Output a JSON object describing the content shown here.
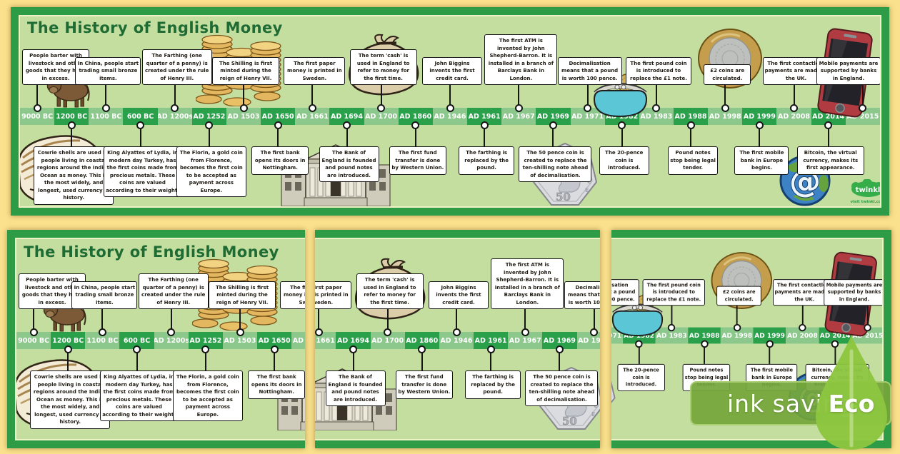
{
  "page": {
    "title": "The History of English Money"
  },
  "brand": {
    "logo_text": "twinkl",
    "logo_tagline": "visit twinkl.com"
  },
  "eco_badge": {
    "label": "ink saving",
    "eco": "Eco"
  },
  "colors": {
    "page_bg": "#FAE18D",
    "frame_green": "#2E9C46",
    "interior_green": "#C4DEA0",
    "band_light": "#8CC88C",
    "band_dark": "#2BA04B",
    "title_green": "#1E6B33",
    "badge_green": "#74A63A",
    "leaf_green": "#8CC63F",
    "twinkl_green": "#35AE49"
  },
  "timeline": {
    "dates": [
      "9000 BC",
      "1200 BC",
      "1100 BC",
      "600 BC",
      "AD 1200s",
      "AD 1252",
      "AD 1503",
      "AD 1650",
      "AD 1661",
      "AD 1694",
      "AD 1700",
      "AD 1860",
      "AD 1946",
      "AD 1961",
      "AD 1967",
      "AD 1969",
      "AD 1971",
      "AD 1982",
      "AD 1983",
      "AD 1988",
      "AD 1998",
      "AD 1999",
      "AD 2008",
      "AD 2014",
      "AD 2015"
    ],
    "events_above": [
      {
        "date": "9000 BC",
        "text": "People barter with livestock and other goods that they have in excess."
      },
      {
        "date": "1100 BC",
        "text": "In China, people start trading small bronze items."
      },
      {
        "date": "AD 1200s",
        "text": "The Farthing (one quarter of a penny) is created under the rule of Henry III."
      },
      {
        "date": "AD 1503",
        "text": "The Shilling is first minted during the reign of Henry VII."
      },
      {
        "date": "AD 1661",
        "text": "The first paper money is printed in Sweden."
      },
      {
        "date": "AD 1700",
        "text": "The term 'cash' is used in England to refer to money for the first time."
      },
      {
        "date": "AD 1946",
        "text": "John Biggins invents the first credit card."
      },
      {
        "date": "AD 1967",
        "text": "The first ATM is invented by John Shepherd-Barron. It is installed in a branch of Barclays Bank in London."
      },
      {
        "date": "AD 1971",
        "text": "Decimalisation means that a pound is worth 100 pence."
      },
      {
        "date": "AD 1983",
        "text": "The first pound coin is introduced to replace the £1 note."
      },
      {
        "date": "AD 1998",
        "text": "£2 coins are circulated."
      },
      {
        "date": "AD 2008",
        "text": "The first contactless payments are made in the UK."
      },
      {
        "date": "AD 2015",
        "text": "Mobile payments are supported by banks in England."
      }
    ],
    "events_below": [
      {
        "date": "1200 BC",
        "text": "Cowrie shells are used by people living in coastal regions around the Indian Ocean as money. This is the most widely, and longest, used currency in history."
      },
      {
        "date": "600 BC",
        "text": "King Alyattes of Lydia, in modern day Turkey, has the first coins made from precious metals. These coins are valued according to their weight."
      },
      {
        "date": "AD 1252",
        "text": "The Florin, a gold coin from Florence, becomes the first coin to be accepted as payment across Europe."
      },
      {
        "date": "AD 1650",
        "text": "The first bank opens its doors in Nottingham."
      },
      {
        "date": "AD 1694",
        "text": "The Bank of England is founded and pound notes are introduced."
      },
      {
        "date": "AD 1860",
        "text": "The first fund transfer is done by Western Union."
      },
      {
        "date": "AD 1961",
        "text": "The farthing is replaced by the pound."
      },
      {
        "date": "AD 1969",
        "text": "The 50 pence coin is created to replace the ten-shilling note ahead of decimalisation."
      },
      {
        "date": "AD 1982",
        "text": "The 20-pence coin is introduced."
      },
      {
        "date": "AD 1988",
        "text": "Pound notes stop being legal tender."
      },
      {
        "date": "AD 1999",
        "text": "The first mobile bank in Europe begins."
      },
      {
        "date": "AD 2014",
        "text": "Bitcoin, the virtual currency, makes its first appearance."
      }
    ]
  },
  "illustrations": [
    "cowrie-shell",
    "ox",
    "coin-stacks",
    "money-bag",
    "bank-building",
    "fifty-pence-coin",
    "coin-purse",
    "two-pound-coin",
    "smartphone",
    "bitcoin-globe"
  ]
}
